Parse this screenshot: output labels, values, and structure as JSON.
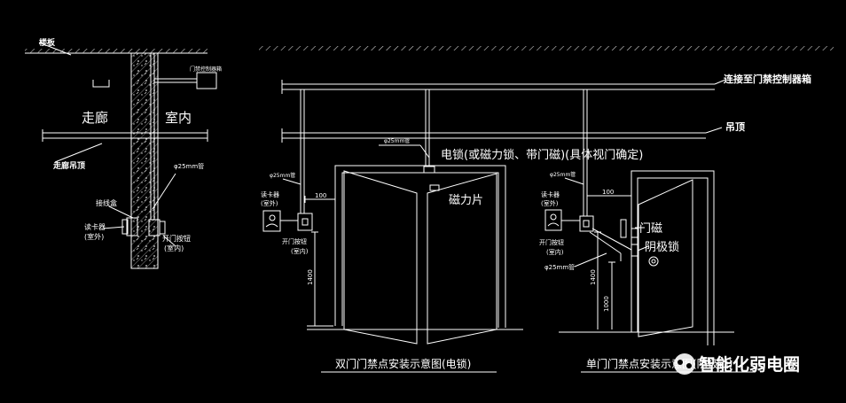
{
  "labels": {
    "floor_slab": "楼板",
    "controller_box_small": "门禁控制器箱",
    "corridor": "走廊",
    "indoor": "室内",
    "corridor_ceiling": "走廊吊顶",
    "pipe_25_left": "φ25mm管",
    "junction_box": "接线盒",
    "reader_outside_1": "读卡器",
    "reader_outside_2": "(室外)",
    "exit_button_1": "开门按钮",
    "exit_button_2": "(室内)",
    "connect_controller": "连接至门禁控制器箱",
    "ceiling": "吊顶",
    "pipe_25_top": "φ25mm管",
    "electric_lock": "电锁(或磁力锁、带门磁)(具体视门确定)",
    "pipe_25_double": "φ25mm管",
    "reader_label_1": "读卡器",
    "reader_label_2": "(室外)",
    "dim_100_double": "100",
    "exit_btn_double_1": "开门按钮",
    "exit_btn_double_2": "(室内)",
    "magnet_plate": "磁力片",
    "dim_1400_double": "1400",
    "double_door_caption": "双门门禁点安装示意图(电锁)",
    "pipe_25_single": "φ25mm管",
    "reader_single_1": "读卡器",
    "reader_single_2": "(室外)",
    "dim_100_single": "100",
    "exit_btn_single_1": "开门按钮",
    "exit_btn_single_2": "(室内)",
    "door_magnet": "门磁",
    "cathode_lock": "阴极锁",
    "pipe_25_single2": "φ25mm管",
    "dim_1400_single": "1400",
    "dim_1000_single": "1000",
    "single_door_caption": "单门门禁点安装示意图(阴极锁)",
    "watermark": "智能化弱电圈"
  },
  "colors": {
    "background": "#000000",
    "lines": "#ffffff",
    "hatch": "#bfbfbf"
  }
}
